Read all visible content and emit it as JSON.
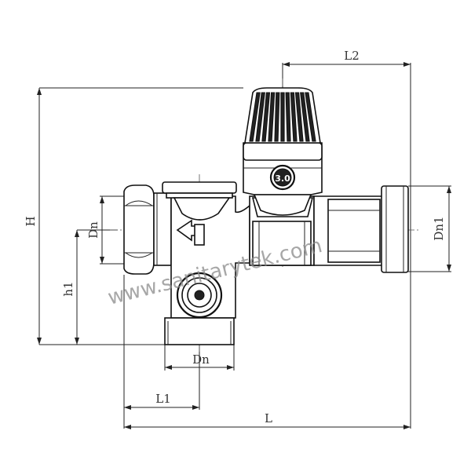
{
  "labels": {
    "L2": "L2",
    "H": "H",
    "Dn_left": "Dn",
    "Dn1": "Dn1",
    "h1": "h1",
    "Dn_bottom": "Dn",
    "L1": "L1",
    "L": "L",
    "knob_mark": "3.0"
  },
  "watermark": "www.sanitarytek.com",
  "colors": {
    "line": "#222222",
    "watermark": "#8a8a8a"
  }
}
